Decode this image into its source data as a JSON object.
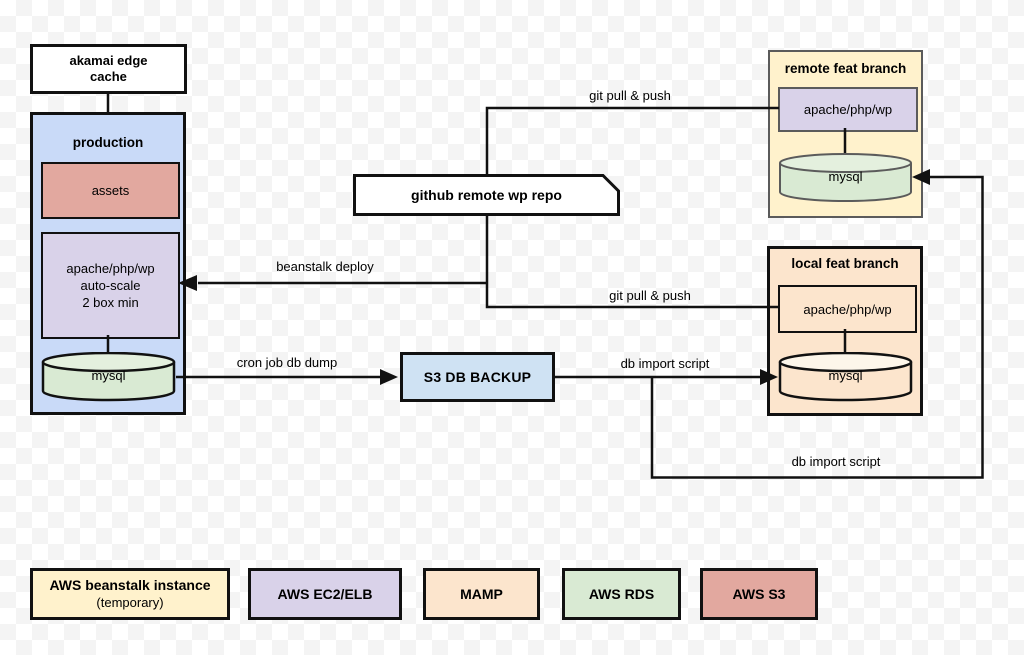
{
  "nodes": {
    "akamai": {
      "label": "akamai edge\ncache"
    },
    "production": {
      "title": "production",
      "assets_label": "assets",
      "apache_label": "apache/php/wp\nauto-scale\n2 box min",
      "mysql_label": "mysql"
    },
    "github": {
      "label": "github remote wp repo"
    },
    "remote_branch": {
      "title": "remote feat branch",
      "apache_label": "apache/php/wp",
      "mysql_label": "mysql"
    },
    "local_branch": {
      "title": "local feat branch",
      "apache_label": "apache/php/wp",
      "mysql_label": "mysql"
    },
    "s3_backup": {
      "label": "S3 DB BACKUP"
    }
  },
  "edges": {
    "git_pull_push_top": {
      "label": "git pull & push"
    },
    "beanstalk_deploy": {
      "label": "beanstalk deploy"
    },
    "git_pull_push_local": {
      "label": "git pull & push"
    },
    "cron_job_db_dump": {
      "label": "cron job db dump"
    },
    "db_import_script_s3_to_local": {
      "label": "db import script"
    },
    "db_import_script_local_to_remote": {
      "label": "db import script"
    }
  },
  "legend": {
    "items": [
      {
        "label": "AWS beanstalk instance",
        "sublabel": "(temporary)",
        "color": "#FFF2CC"
      },
      {
        "label": "AWS EC2/ELB",
        "color": "#D9D2E9"
      },
      {
        "label": "MAMP",
        "color": "#FCE5CD"
      },
      {
        "label": "AWS RDS",
        "color": "#D9EAD3"
      },
      {
        "label": "AWS S3",
        "color": "#E2A89F"
      }
    ]
  },
  "palette": {
    "production_fill": "#C9DAF8",
    "ec2_elb_fill": "#D9D2E9",
    "rds_fill": "#D9EAD3",
    "s3_fill": "#E2A89F",
    "beanstalk_fill": "#FFF2CC",
    "mamp_fill": "#FCE5CD",
    "s3_backup_fill": "#CFE2F3",
    "line_color": "#111111"
  }
}
